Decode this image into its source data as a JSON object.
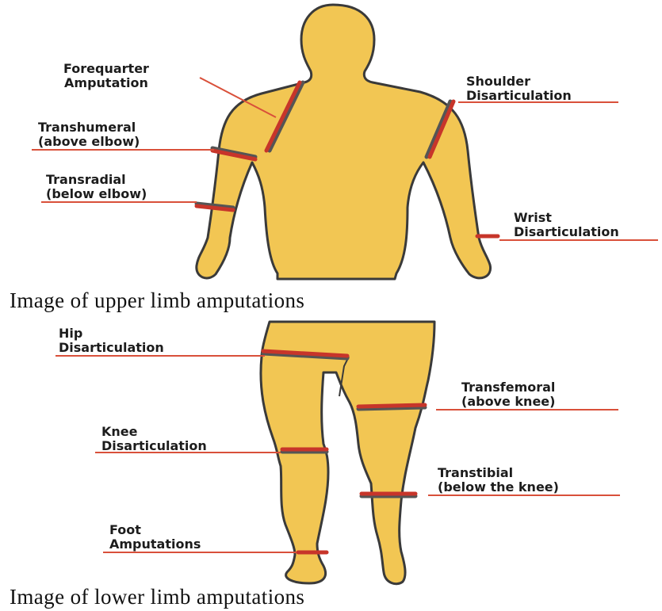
{
  "colors": {
    "skin": "#f2c653",
    "outline": "#3a3a3a",
    "cut_line": "#c7352a",
    "cut_shadow": "#555555",
    "underline": "#d9503a"
  },
  "upper": {
    "caption": "Image of upper limb amputations",
    "labels": {
      "forequarter": [
        "Forequarter",
        "Amputation"
      ],
      "transhumeral": [
        "Transhumeral",
        "(above elbow)"
      ],
      "transradial": [
        "Transradial",
        "(below elbow)"
      ],
      "shoulder": [
        "Shoulder",
        "Disarticulation"
      ],
      "wrist": [
        "Wrist",
        "Disarticulation"
      ]
    }
  },
  "lower": {
    "caption": "Image of lower limb amputations",
    "labels": {
      "hip": [
        "Hip",
        "Disarticulation"
      ],
      "transfemoral": [
        "Transfemoral",
        "(above knee)"
      ],
      "knee": [
        "Knee",
        "Disarticulation"
      ],
      "transtibial": [
        "Transtibial",
        "(below the knee)"
      ],
      "foot": [
        "Foot",
        "Amputations"
      ]
    }
  }
}
